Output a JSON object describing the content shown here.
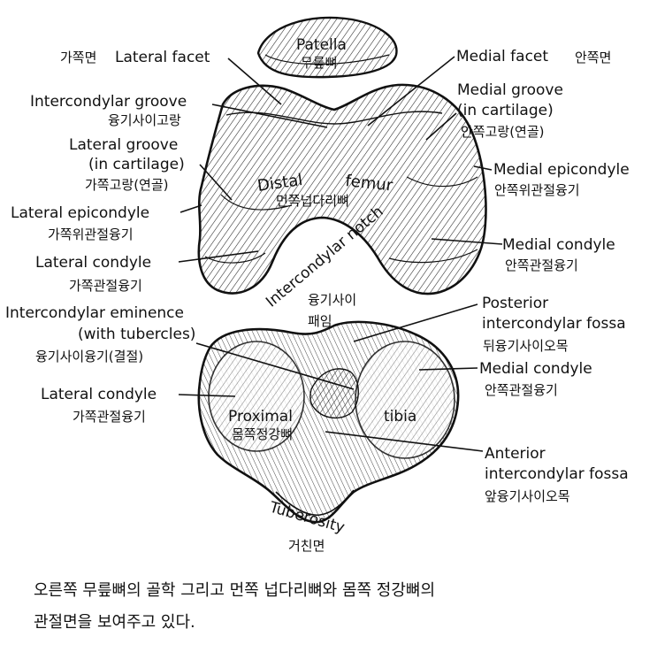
{
  "labels": {
    "patella_en": "Patella",
    "patella_ko": "무릎뼈",
    "lateral_facet_ko": "가쪽면",
    "lateral_facet_en": "Lateral facet",
    "medial_facet_en": "Medial facet",
    "medial_facet_ko": "안쪽면",
    "intercondylar_groove_en": "Intercondylar groove",
    "intercondylar_groove_ko": "융기사이고랑",
    "medial_groove_en1": "Medial groove",
    "medial_groove_en2": "(in cartilage)",
    "medial_groove_ko": "안쪽고랑(연골)",
    "lateral_groove_en1": "Lateral groove",
    "lateral_groove_en2": "(in cartilage)",
    "lateral_groove_ko": "가쪽고랑(연골)",
    "medial_epicondyle_en": "Medial epicondyle",
    "medial_epicondyle_ko": "안쪽위관절융기",
    "distal_femur_en1": "Distal",
    "distal_femur_en2": "femur",
    "distal_femur_ko": "먼쪽넙다리뼈",
    "lateral_epicondyle_en": "Lateral epicondyle",
    "lateral_epicondyle_ko": "가쪽위관절융기",
    "medial_condyle_femur_en": "Medial condyle",
    "medial_condyle_femur_ko": "안쪽관절융기",
    "lateral_condyle_femur_en": "Lateral condyle",
    "lateral_condyle_femur_ko": "가쪽관절융기",
    "intercondylar_notch_en": "Intercondylar notch",
    "intercondylar_notch_ko1": "융기사이",
    "intercondylar_notch_ko2": "패임",
    "intercondylar_eminence_en1": "Intercondylar eminence",
    "intercondylar_eminence_en2": "(with tubercles)",
    "intercondylar_eminence_ko": "융기사이융기(결절)",
    "posterior_fossa_en1": "Posterior",
    "posterior_fossa_en2": "intercondylar fossa",
    "posterior_fossa_ko": "뒤융기사이오목",
    "lateral_condyle_tibia_en": "Lateral condyle",
    "lateral_condyle_tibia_ko": "가쪽관절융기",
    "medial_condyle_tibia_en": "Medial condyle",
    "medial_condyle_tibia_ko": "안쪽관절융기",
    "proximal_tibia_en1": "Proximal",
    "proximal_tibia_en2": "tibia",
    "proximal_tibia_ko": "몸쪽정강뼈",
    "anterior_fossa_en1": "Anterior",
    "anterior_fossa_en2": "intercondylar fossa",
    "anterior_fossa_ko": "앞융기사이오목",
    "tuberosity_en": "Tuberosity",
    "tuberosity_ko": "거친면"
  },
  "caption": {
    "line1": "오른쪽 무릎뼈의 골학 그리고 먼쪽 넙다리뼈와 몸쪽 정강뼈의",
    "line2": "관절면을 보여주고 있다."
  }
}
